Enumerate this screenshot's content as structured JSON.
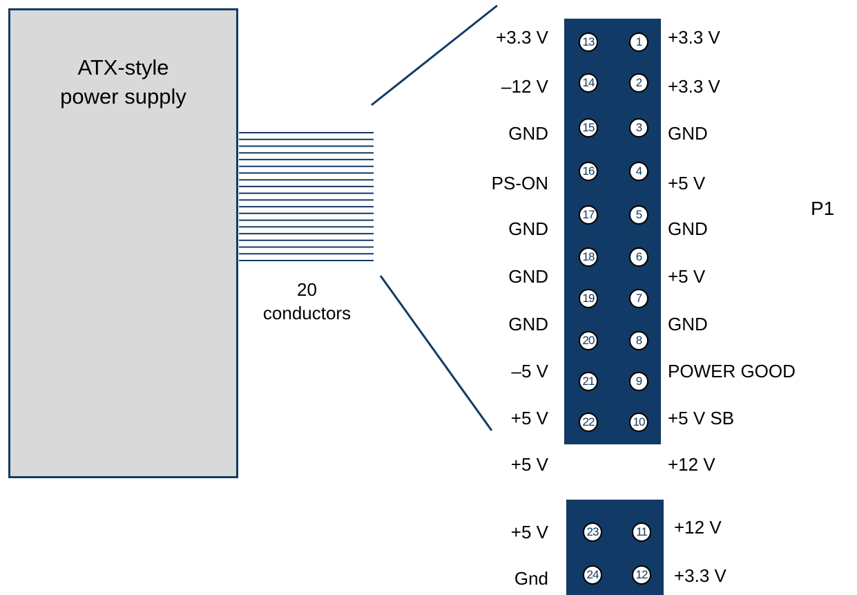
{
  "psu": {
    "line1": "ATX-style",
    "line2": "power supply"
  },
  "cable": {
    "line1": "20",
    "line2": "conductors"
  },
  "connector_label": "P1",
  "left_column": [
    {
      "pin": "13",
      "label": "+3.3 V"
    },
    {
      "pin": "14",
      "label": "–12 V"
    },
    {
      "pin": "15",
      "label": "GND"
    },
    {
      "pin": "16",
      "label": "PS-ON"
    },
    {
      "pin": "17",
      "label": "GND"
    },
    {
      "pin": "18",
      "label": "GND"
    },
    {
      "pin": "19",
      "label": "GND"
    },
    {
      "pin": "20",
      "label": "–5 V"
    },
    {
      "pin": "21",
      "label": "+5 V"
    },
    {
      "pin": "22",
      "label": "+5 V"
    }
  ],
  "right_column": [
    {
      "pin": "1",
      "label": "+3.3 V"
    },
    {
      "pin": "2",
      "label": "+3.3 V"
    },
    {
      "pin": "3",
      "label": "GND"
    },
    {
      "pin": "4",
      "label": "+5 V"
    },
    {
      "pin": "5",
      "label": "GND"
    },
    {
      "pin": "6",
      "label": "+5 V"
    },
    {
      "pin": "7",
      "label": "GND"
    },
    {
      "pin": "8",
      "label": "POWER GOOD"
    },
    {
      "pin": "9",
      "label": "+5 V SB"
    },
    {
      "pin": "10",
      "label": "+12 V"
    }
  ],
  "extension_left": [
    {
      "pin": "23",
      "label": "+5 V"
    },
    {
      "pin": "24",
      "label": "Gnd"
    }
  ],
  "extension_right": [
    {
      "pin": "11",
      "label": "+12 V"
    },
    {
      "pin": "12",
      "label": "+3.3 V"
    }
  ],
  "colors": {
    "header": "#123a66",
    "psu_fill": "#d9d9d9",
    "wire": "#123a66"
  }
}
